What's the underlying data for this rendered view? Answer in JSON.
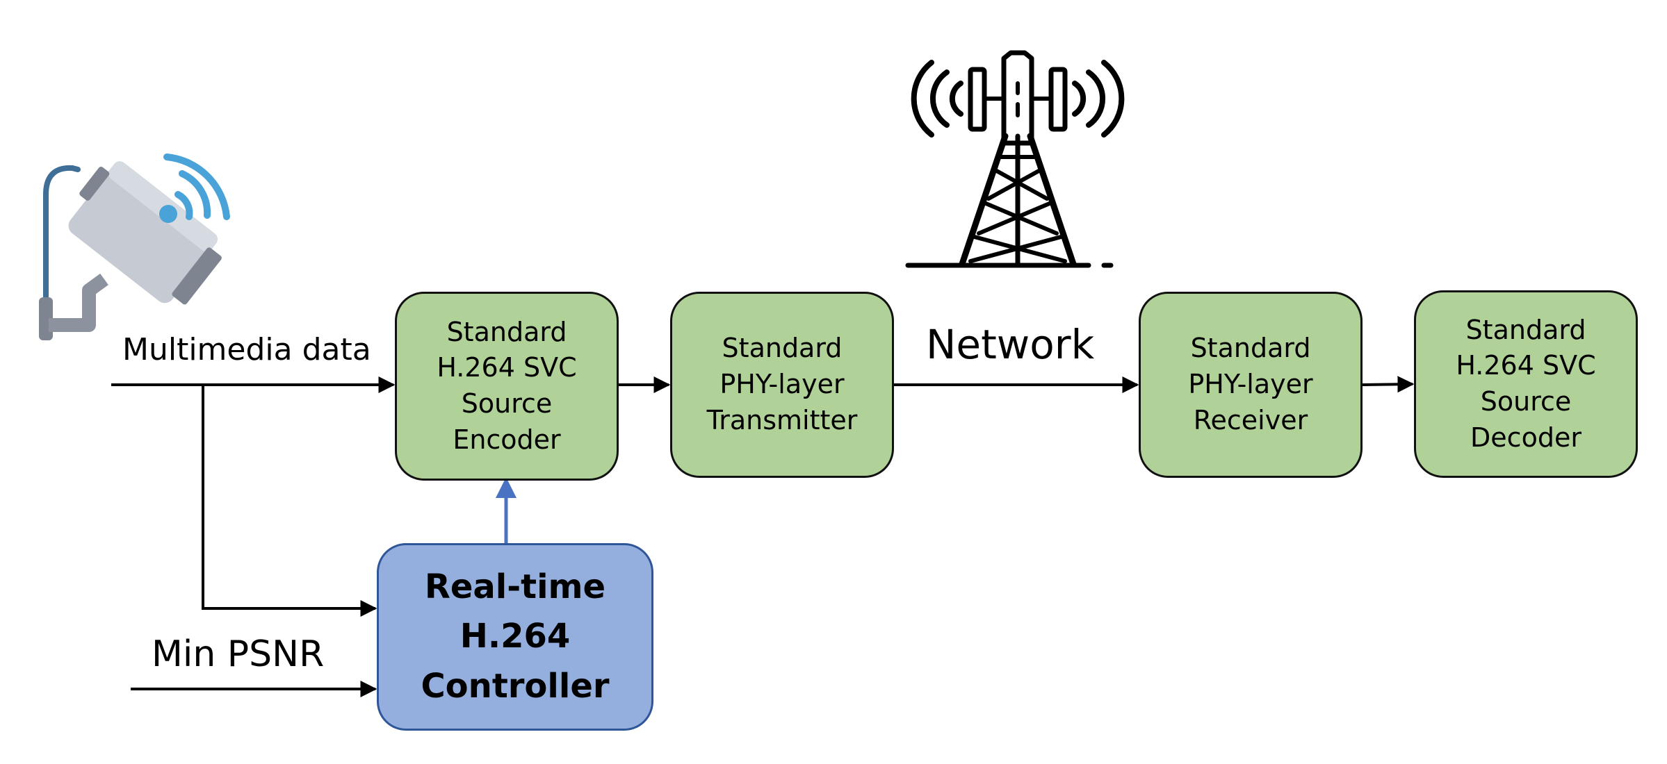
{
  "colors": {
    "block_fill": "#b0d198",
    "controller_fill": "#94aedd",
    "controller_border": "#2f5699",
    "arrow": "#000000",
    "control_arrow": "#4a72c2",
    "camera_body": "#c5cad3",
    "camera_dark": "#7f8590",
    "camera_cable": "#3f6e97",
    "wifi_signal": "#4aa3d8"
  },
  "blocks": {
    "encoder": "Standard\nH.264 SVC\nSource\nEncoder",
    "transmitter": "Standard\nPHY-layer\nTransmitter",
    "receiver": "Standard\nPHY-layer\nReceiver",
    "decoder": "Standard\nH.264 SVC\nSource\nDecoder",
    "controller": "Real-time\nH.264\nController"
  },
  "labels": {
    "multimedia": "Multimedia data",
    "network": "Network",
    "min_psnr": "Min PSNR"
  },
  "icons": {
    "camera": "surveillance-camera-icon",
    "tower": "cell-tower-icon"
  }
}
